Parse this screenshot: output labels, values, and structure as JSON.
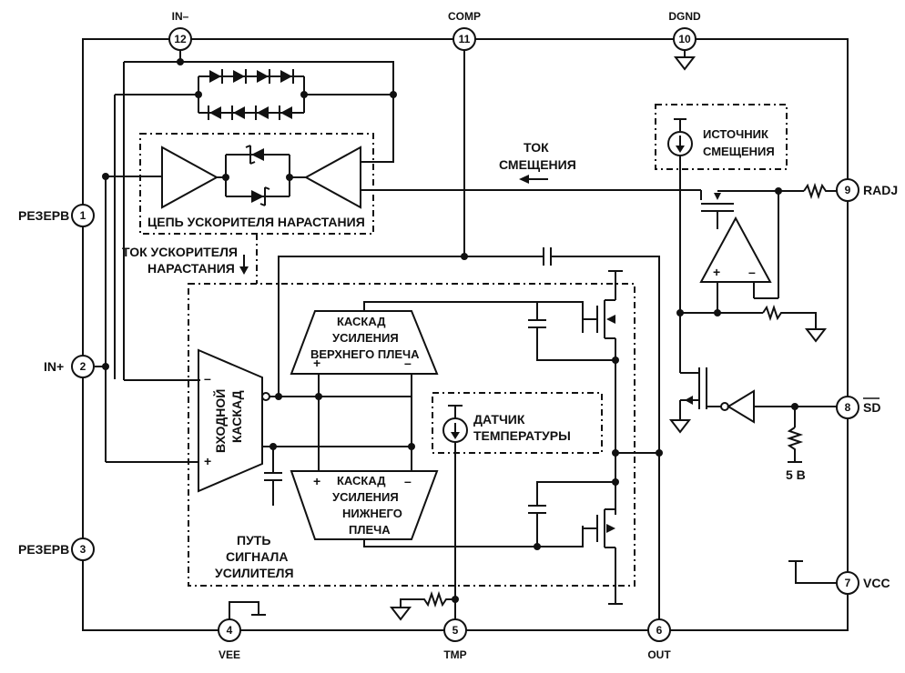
{
  "pins": {
    "in_minus": {
      "number": "12",
      "label": "IN–"
    },
    "comp": {
      "number": "11",
      "label": "COMP"
    },
    "dgnd": {
      "number": "10",
      "label": "DGND"
    },
    "reserve1": {
      "number": "1",
      "label": "РЕЗЕРВ"
    },
    "in_plus": {
      "number": "2",
      "label": "IN+"
    },
    "reserve3": {
      "number": "3",
      "label": "РЕЗЕРВ"
    },
    "radj": {
      "number": "9",
      "label": "RADJ"
    },
    "sd": {
      "number": "8",
      "label": "SD"
    },
    "vcc": {
      "number": "7",
      "label": "VCC"
    },
    "vee": {
      "number": "4",
      "label": "VEE"
    },
    "tmp": {
      "number": "5",
      "label": "TMP"
    },
    "out": {
      "number": "6",
      "label": "OUT"
    }
  },
  "blocks": {
    "slew_booster": "ЦЕПЬ УСКОРИТЕЛЯ НАРАСТАНИЯ",
    "slew_current": [
      "ТОК УСКОРИТЕЛЯ",
      "НАРАСТАНИЯ"
    ],
    "bias_current": [
      "ТОК",
      "СМЕЩЕНИЯ"
    ],
    "bias_source": [
      "ИСТОЧНИК",
      "СМЕЩЕНИЯ"
    ],
    "upper_stage": [
      "КАСКАД",
      "УСИЛЕНИЯ",
      "ВЕРХНЕГО ПЛЕЧА"
    ],
    "lower_stage": [
      "КАСКАД",
      "УСИЛЕНИЯ",
      "НИЖНЕГО",
      "ПЛЕЧА"
    ],
    "input_stage": [
      "ВХОДНОЙ",
      "КАСКАД"
    ],
    "temp_sensor": [
      "ДАТЧИК",
      "ТЕМПЕРАТУРЫ"
    ],
    "signal_path": [
      "ПУТЬ",
      "СИГНАЛА",
      "УСИЛИТЕЛЯ"
    ],
    "five_volt": "5 В",
    "plus": "+",
    "minus": "–"
  }
}
